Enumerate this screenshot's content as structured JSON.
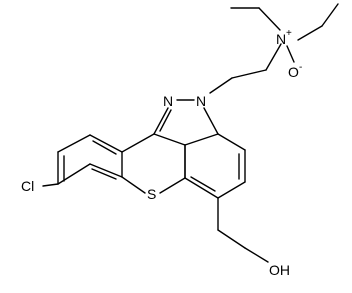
{
  "atoms": {
    "chlorine": "Cl",
    "sulfur": "S",
    "nitrogen_ring_1": "N",
    "nitrogen_ring_2": "N",
    "nitrogen_oxide": "N",
    "nitrogen_charge": "+",
    "oxygen_oxide": "O",
    "oxygen_charge": "-",
    "hydroxyl": "OH"
  },
  "colors": {
    "bond": "#000000",
    "text": "#000000",
    "background": "#ffffff"
  }
}
